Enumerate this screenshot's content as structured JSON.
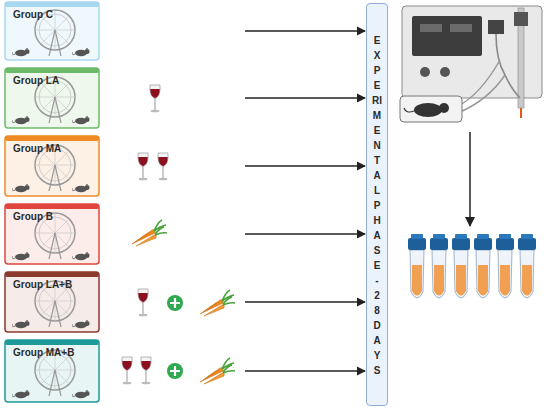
{
  "diagram": {
    "nodes": [
      {
        "text": [
          "Group C"
        ]
      },
      {
        "text": [
          "Group LA"
        ]
      },
      {
        "text": [
          "Group MA"
        ]
      },
      {
        "text": [
          "Group B"
        ]
      },
      {
        "text": [
          "Group LA+B"
        ]
      },
      {
        "text": [
          "Group MA+B"
        ]
      },
      {
        "text": [
          "EXPERIMENTAL PHASE - 28 DAYS"
        ]
      }
    ],
    "edges": [
      {
        "from": 0,
        "to": 6,
        "arrow": "to"
      },
      {
        "from": 1,
        "to": 6,
        "arrow": "to"
      },
      {
        "from": 2,
        "to": 6,
        "arrow": "to"
      },
      {
        "from": 3,
        "to": 6,
        "arrow": "to"
      },
      {
        "from": 4,
        "to": 6,
        "arrow": "to"
      },
      {
        "from": 5,
        "to": 6,
        "arrow": "to"
      }
    ]
  }
}
